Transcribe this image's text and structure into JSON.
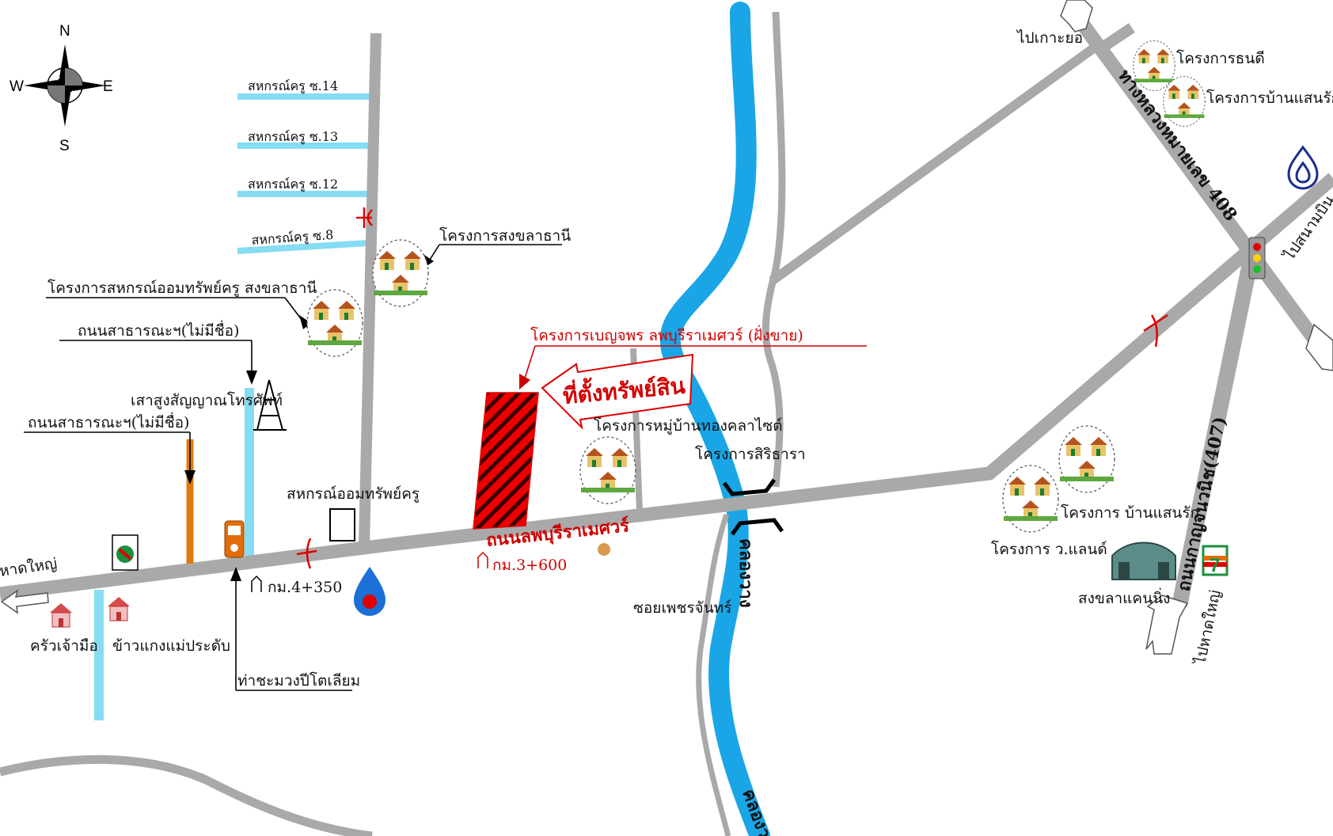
{
  "colors": {
    "road": "#a9a9a9",
    "canal": "#1aa6e6",
    "light_canal": "#86dcf2",
    "accent_red": "#e00000",
    "side_road_orange": "#e07a10"
  },
  "compass": {
    "north": "N",
    "south": "S",
    "east": "E",
    "west": "W"
  },
  "labels": {
    "soi14": "สหกรณ์ครู ซ.14",
    "soi13": "สหกรณ์ครู ซ.13",
    "soi12": "สหกรณ์ครู ซ.12",
    "soi8": "สหกรณ์ครู ซ.8",
    "songkhlathani": "โครงการสงขลาธานี",
    "sahakorn_project": "โครงการสหกรณ์ออมทรัพย์ครู สงขลาธานี",
    "public_road1": "ถนนสาธารณะฯ(ไม่มีชื่อ)",
    "public_road2": "ถนนสาธารณะฯ(ไม่มีชื่อ)",
    "tower": "เสาสูงสัญญาณโทรศัพท์",
    "coop": "สหกรณ์ออมทรัพย์ครู",
    "boonpon": "โครงการเบญจพร ลพบุรีราเมศวร์ (ฝั่งขาย)",
    "property": "ที่ตั้งทรัพย์สิน",
    "town_village": "โครงการหมู่บ้านทองคลาไซต์",
    "siritara": "โครงการสิริธารา",
    "main_road": "ถนนลพบุรีราเมศวร์",
    "km3": "กม.3+600",
    "km4": "กม.4+350",
    "soi_phet": "ซอยเพชรจันทร์",
    "canal1": "คลองวาง",
    "canal2": "คลองว",
    "kho_hong": "ไปเกาะยอ",
    "thanadee": "โครงการธนดี",
    "baansaenrak_top": "โครงการบ้านแสนรัก",
    "hwy408": "ทางหลวงหมายเลข 408",
    "to_sanam": "ไปสนามบิน",
    "baansaenrak_bottom": "โครงการ บ้านแสนรัก",
    "vland": "โครงการ ว.แลนด์",
    "songkhla_cannery": "สงขลาแคนนิ่ง",
    "kanjanavanich": "ถนนกาญจนวนิช(407)",
    "to_hatyai_right": "ไปหาดใหญ่",
    "to_hatyai_left": "หาดใหญ่",
    "krua_chao_mue": "ครัวเจ้ามือ",
    "khao_kaeng": "ข้าวแกงแม่ประดับ",
    "tha_chamuang": "ท่าชะมวงปีโตเลียม"
  },
  "icons": {
    "compass": "compass-rose-icon",
    "traffic_light": "traffic-light-icon",
    "bank": "bank-logo-icon",
    "ptt": "ptt-station-icon",
    "seven": "seven-eleven-icon",
    "tower": "radio-tower-icon",
    "house": "house-icon",
    "village": "village-cluster-icon",
    "factory": "factory-icon"
  }
}
